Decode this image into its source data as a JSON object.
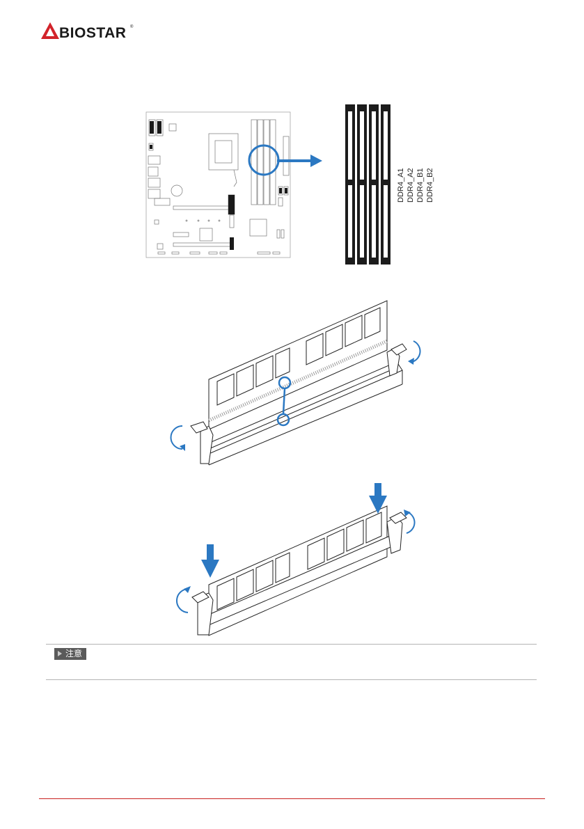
{
  "header": {
    "brand": "BIOSTAR",
    "brand_mark": "®",
    "logo_icon": "biostar-triangle-icon",
    "accent": "#d2232a"
  },
  "diagram": {
    "slot_labels": [
      "DDR4_A1",
      "DDR4_A2",
      "DDR4_B1",
      "DDR4_B2"
    ],
    "highlight_color": "#2b78c2"
  },
  "note": {
    "label": "注意",
    "body": ""
  },
  "footer": {
    "rule_color": "#c8201e"
  }
}
